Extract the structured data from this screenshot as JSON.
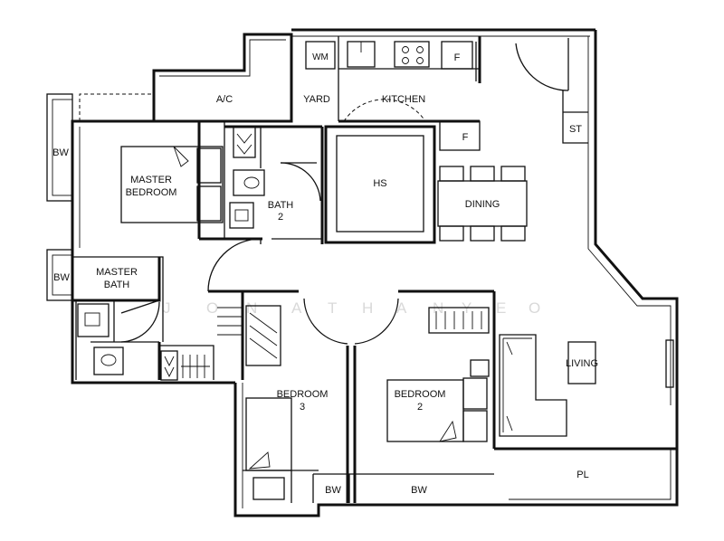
{
  "rooms": {
    "ac": "A/C",
    "wm": "WM",
    "yard": "YARD",
    "kitchen": "KITCHEN",
    "fridge_top": "F",
    "fridge_mid": "F",
    "store": "ST",
    "bw_left": "BW",
    "master_bedroom_line1": "MASTER",
    "master_bedroom_line2": "BEDROOM",
    "hs": "HS",
    "dining": "DINING",
    "bath2_line1": "BATH",
    "bath2_line2": "2",
    "bw_master_bath": "BW",
    "master_bath_line1": "MASTER",
    "master_bath_line2": "BATH",
    "living": "LIVING",
    "bedroom3_line1": "BEDROOM",
    "bedroom3_line2": "3",
    "bedroom2_line1": "BEDROOM",
    "bedroom2_line2": "2",
    "bw_bottom_small": "BW",
    "bw_bottom": "BW",
    "pl": "PL"
  },
  "watermark": [
    "J",
    "O",
    "N",
    "A",
    "T",
    "H",
    "A",
    "N",
    "Y",
    "E",
    "O"
  ]
}
